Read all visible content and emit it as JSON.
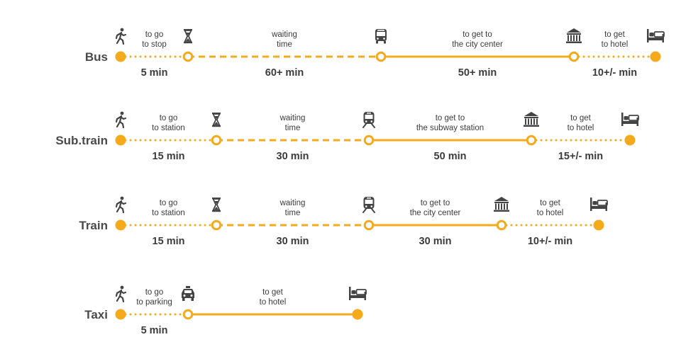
{
  "accent_color": "#f5aa1c",
  "text_color": "#3b3b3b",
  "icon_color": "#444444",
  "rows": [
    {
      "mode": "Bus",
      "segments": [
        {
          "style": "dotted",
          "top_label": [
            "to go",
            "to stop"
          ],
          "duration": "5 min",
          "start_icon": "walking-person-icon"
        },
        {
          "style": "dashed",
          "top_label": [
            "waiting",
            "time"
          ],
          "duration": "60+ min",
          "start_icon": "hourglass-icon"
        },
        {
          "style": "solid",
          "top_label": [
            "to get to",
            "the city center"
          ],
          "duration": "50+ min",
          "start_icon": "bus-icon"
        },
        {
          "style": "dotted",
          "top_label": [
            "to get",
            "to hotel"
          ],
          "duration": "10+/- min",
          "start_icon": "museum-icon"
        }
      ],
      "end_icon": "bed-icon"
    },
    {
      "mode": "Sub.train",
      "segments": [
        {
          "style": "dotted",
          "top_label": [
            "to go",
            "to station"
          ],
          "duration": "15 min",
          "start_icon": "walking-person-icon"
        },
        {
          "style": "dashed",
          "top_label": [
            "waiting",
            "time"
          ],
          "duration": "30 min",
          "start_icon": "hourglass-icon"
        },
        {
          "style": "solid",
          "top_label": [
            "to get to",
            "the subway station"
          ],
          "duration": "50 min",
          "start_icon": "train-icon"
        },
        {
          "style": "dotted",
          "top_label": [
            "to get",
            "to hotel"
          ],
          "duration": "15+/- min",
          "start_icon": "museum-icon"
        }
      ],
      "end_icon": "bed-icon"
    },
    {
      "mode": "Train",
      "segments": [
        {
          "style": "dotted",
          "top_label": [
            "to go",
            "to station"
          ],
          "duration": "15 min",
          "start_icon": "walking-person-icon"
        },
        {
          "style": "dashed",
          "top_label": [
            "waiting",
            "time"
          ],
          "duration": "30 min",
          "start_icon": "hourglass-icon"
        },
        {
          "style": "solid",
          "top_label": [
            "to get to",
            "the city center"
          ],
          "duration": "30 min",
          "start_icon": "train-icon"
        },
        {
          "style": "dotted",
          "top_label": [
            "to get",
            "to hotel"
          ],
          "duration": "10+/- min",
          "start_icon": "museum-icon"
        }
      ],
      "end_icon": "bed-icon"
    },
    {
      "mode": "Taxi",
      "segments": [
        {
          "style": "dotted",
          "top_label": [
            "to go",
            "to parking"
          ],
          "duration": "5 min",
          "start_icon": "walking-person-icon"
        },
        {
          "style": "solid",
          "top_label": [
            "to get",
            "to hotel"
          ],
          "duration": "",
          "start_icon": "taxi-icon"
        }
      ],
      "end_icon": "bed-icon"
    }
  ]
}
